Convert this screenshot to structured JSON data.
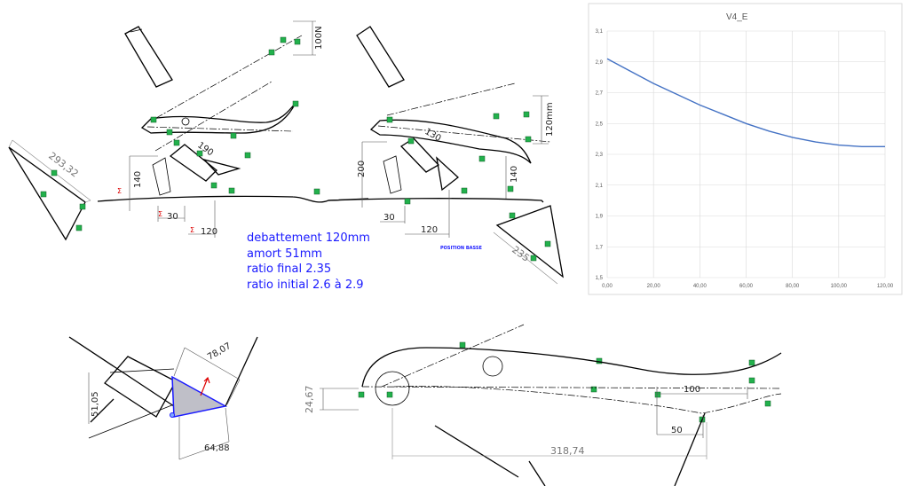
{
  "sketch_top_left": {
    "dims": {
      "force": "100N",
      "d190": "190",
      "d140": "140",
      "d30": "30",
      "d120": "120",
      "d293": "293,32"
    }
  },
  "sketch_top_right": {
    "dims": {
      "d120mm": "120mm",
      "d130": "130",
      "d30": "30",
      "d140": "140",
      "d200": "200",
      "d120": "120",
      "d235": "235"
    },
    "position_label": "POSITION BASSE"
  },
  "notes": {
    "line1": "debattement 120mm",
    "line2": "amort 51mm",
    "line3": "ratio final 2.35",
    "line4": "ratio initial 2.6 à 2.9"
  },
  "detail_bottom_left": {
    "dims": {
      "d78": "78,07",
      "d51": "51,05",
      "d64": "64,88"
    }
  },
  "detail_bottom_right": {
    "dims": {
      "d24": "24,67",
      "d100": "100",
      "d50": "50",
      "d318": "318,74"
    }
  },
  "chart_data": {
    "type": "line",
    "title": "V4_E",
    "xlim": [
      0,
      120
    ],
    "ylim": [
      1.5,
      3.1
    ],
    "x_ticks": [
      "0,00",
      "20,00",
      "40,00",
      "60,00",
      "80,00",
      "100,00",
      "120,00"
    ],
    "y_ticks": [
      "1,5",
      "1,7",
      "1,9",
      "2,1",
      "2,3",
      "2,5",
      "2,7",
      "2,9",
      "3,1"
    ],
    "grid": true,
    "series": [
      {
        "color": "#4472c4",
        "x": [
          0,
          10,
          20,
          30,
          40,
          50,
          60,
          70,
          80,
          90,
          100,
          110,
          120
        ],
        "y": [
          2.92,
          2.84,
          2.76,
          2.69,
          2.62,
          2.56,
          2.5,
          2.45,
          2.41,
          2.38,
          2.36,
          2.35,
          2.35
        ]
      }
    ]
  }
}
